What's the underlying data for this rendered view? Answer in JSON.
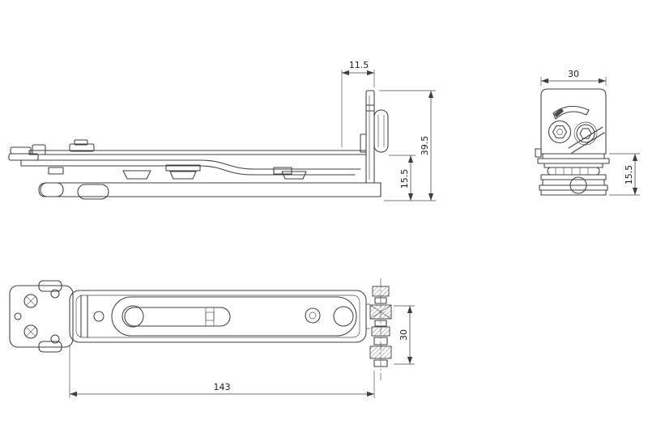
{
  "drawing": {
    "colors": {
      "line": "#3f3f3f",
      "background": "#ffffff"
    },
    "views": {
      "side": {
        "dims": {
          "offset_width": "11.5",
          "overall_height": "39.5",
          "body_height": "15.5"
        }
      },
      "end": {
        "dims": {
          "width": "30",
          "lower_height": "15.5"
        }
      },
      "plan": {
        "dims": {
          "overall_length": "143",
          "width": "30"
        }
      }
    }
  }
}
